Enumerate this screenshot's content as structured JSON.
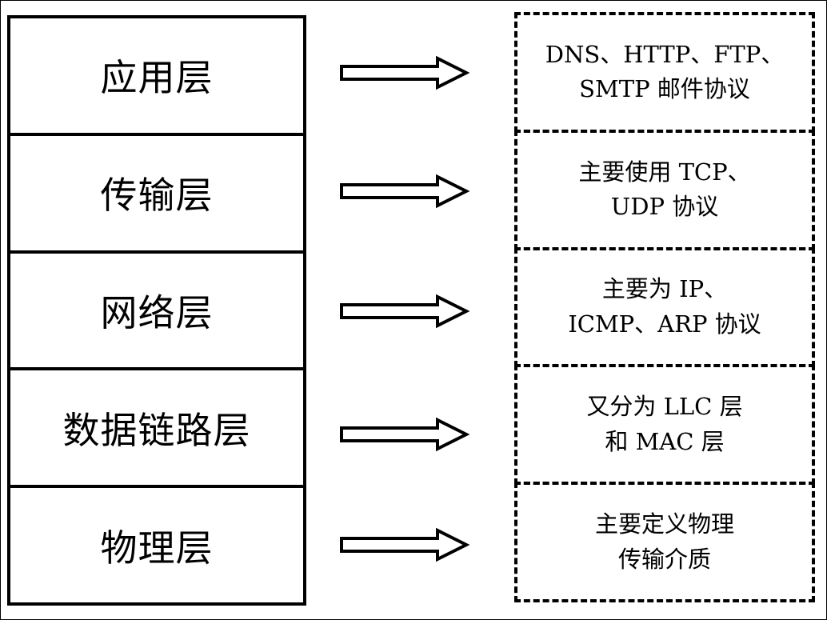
{
  "layers": [
    {
      "name": "应用层",
      "desc_line1": "DNS、HTTP、FTP、",
      "desc_line2": "SMTP 邮件协议"
    },
    {
      "name": "传输层",
      "desc_line1": "主要使用 TCP、",
      "desc_line2": "UDP 协议"
    },
    {
      "name": "网络层",
      "desc_line1": "主要为 IP、",
      "desc_line2": "ICMP、ARP 协议"
    },
    {
      "name": "数据链路层",
      "desc_line1": "又分为 LLC 层",
      "desc_line2": "和 MAC 层"
    },
    {
      "name": "物理层",
      "desc_line1": "主要定义物理",
      "desc_line2": "传输介质"
    }
  ],
  "colors": {
    "stroke": "#000000",
    "background": "#ffffff"
  },
  "icons": {
    "arrow": "double-line-right-arrow-icon"
  }
}
